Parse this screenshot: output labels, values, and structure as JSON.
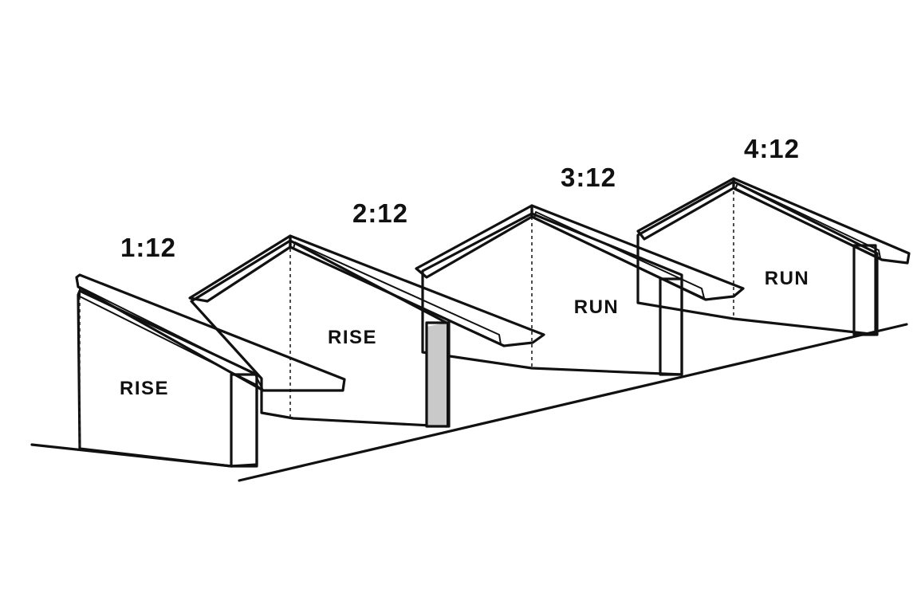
{
  "colors": {
    "stroke": "#111111",
    "highlight_fill": "#d5e5f0",
    "roof_fill": "#ececec",
    "shadow_fill": "#c9c9c9",
    "background": "#ffffff"
  },
  "houses": [
    {
      "ratio": "1:12",
      "label": "RISE",
      "highlighted": false
    },
    {
      "ratio": "2:12",
      "label": "RISE",
      "highlighted": true
    },
    {
      "ratio": "3:12",
      "label": "RUN",
      "highlighted": false
    },
    {
      "ratio": "4:12",
      "label": "RUN",
      "highlighted": false
    }
  ]
}
